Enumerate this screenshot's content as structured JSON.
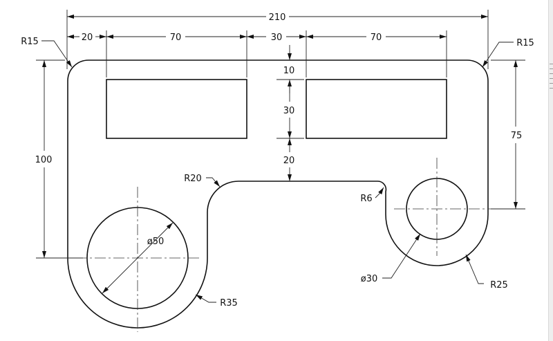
{
  "drawing": {
    "dimensions": {
      "overall_width": "210",
      "left_margin": "20",
      "left_slot_width": "70",
      "middle_gap": "30",
      "right_slot_width": "70",
      "top_offset": "10",
      "slot_height": "30",
      "slot_to_ledge": "20",
      "left_height": "100",
      "right_height": "75"
    },
    "callouts": {
      "top_left_radius": "R15",
      "top_right_radius": "R15",
      "ledge_radius": "R20",
      "inner_corner_radius": "R6",
      "big_hole_diameter": "ø50",
      "small_hole_diameter": "ø30",
      "left_boss_radius": "R35",
      "right_boss_radius": "R25"
    }
  }
}
